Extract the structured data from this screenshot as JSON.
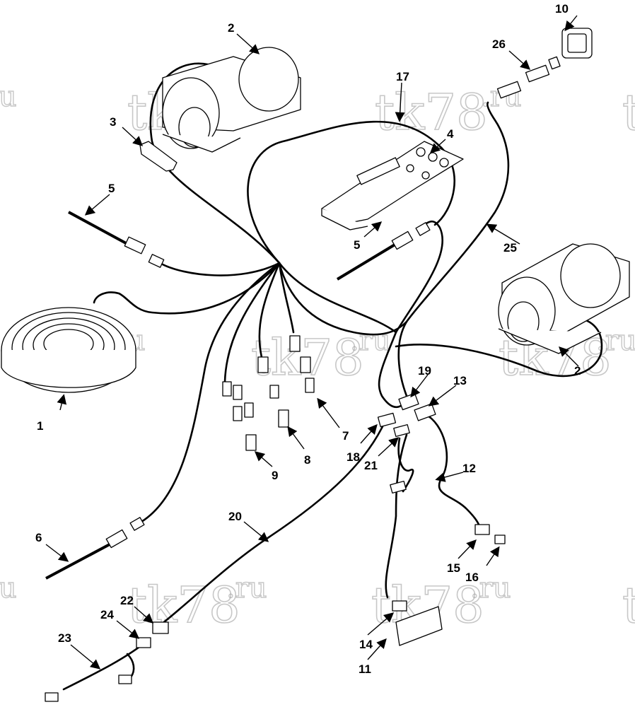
{
  "watermark": {
    "text_main": "tk78",
    "text_suffix": ".ru",
    "fragment_t": "t",
    "fragment_u": "u"
  },
  "callouts": {
    "c1": "1",
    "c2a": "2",
    "c2b": "2",
    "c3": "3",
    "c4": "4",
    "c5a": "5",
    "c5b": "5",
    "c6": "6",
    "c7": "7",
    "c8": "8",
    "c9": "9",
    "c10": "10",
    "c11": "11",
    "c12": "12",
    "c13": "13",
    "c14": "14",
    "c15": "15",
    "c16": "16",
    "c17": "17",
    "c18": "18",
    "c19": "19",
    "c20": "20",
    "c21": "21",
    "c22": "22",
    "c23": "23",
    "c24": "24",
    "c25": "25",
    "c26": "26"
  },
  "colors": {
    "line": "#000000",
    "watermark": "#9a9a9a",
    "background": "#ffffff"
  }
}
